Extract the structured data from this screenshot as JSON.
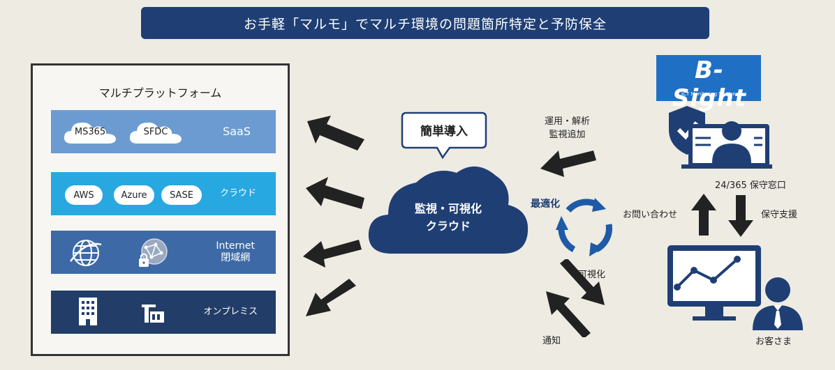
{
  "banner": {
    "title": "お手軽「マルモ」でマルチ環境の問題箇所特定と予防保全"
  },
  "platform": {
    "title": "マルチプラットフォーム",
    "bands": {
      "saas": {
        "label": "SaaS",
        "items": [
          "MS365",
          "SFDC"
        ]
      },
      "cloud": {
        "label": "クラウド",
        "items": [
          "AWS",
          "Azure",
          "SASE"
        ]
      },
      "network": {
        "label_line1": "Internet",
        "label_line2": "閉域網"
      },
      "onprem": {
        "label": "オンプレミス"
      }
    }
  },
  "center": {
    "bubble": "簡単導入",
    "cloud_line1": "監視・可視化",
    "cloud_line2": "クラウド",
    "optimize": "最適化",
    "ops_line1": "運用・解析",
    "ops_line2": "監視追加",
    "visualize": "可視化",
    "notify": "通知"
  },
  "right": {
    "logo_text": "B-Sight",
    "logo_sub": "ICT Monitoring Station",
    "support_window": "24/365 保守窓口",
    "inquiry": "お問い合わせ",
    "support": "保守支援",
    "customer": "お客さま"
  },
  "colors": {
    "navy": "#1f3f74",
    "saas": "#6b9bd1",
    "cloud": "#27a8e0",
    "network": "#3d6aa6",
    "onprem": "#223e68",
    "arrow": "#222222",
    "cycle": "#1f5aa6",
    "logo": "#1f6fc5"
  }
}
